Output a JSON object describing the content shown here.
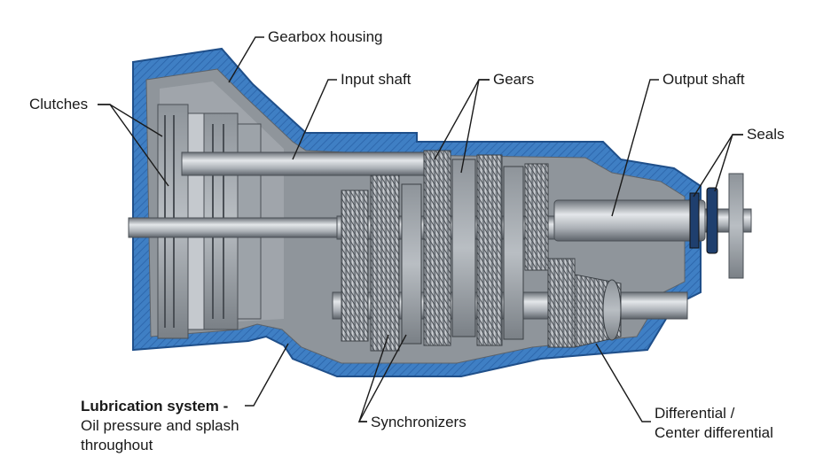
{
  "labels": {
    "gearbox_housing": "Gearbox housing",
    "input_shaft": "Input shaft",
    "gears": "Gears",
    "output_shaft": "Output shaft",
    "clutches": "Clutches",
    "seals": "Seals",
    "lubrication_title": "Lubrication system -",
    "lubrication_line2": "Oil pressure and splash",
    "lubrication_line3": "throughout",
    "synchronizers": "Synchronizers",
    "differential_line1": "Differential /",
    "differential_line2": "Center differential"
  },
  "colors": {
    "housing_blue": "#3f7fc4",
    "housing_dark": "#1f4f8a",
    "metal_light": "#c9cdd2",
    "metal_mid": "#9aa0a7",
    "metal_dark": "#5d636a",
    "leader": "#1a1a1a"
  }
}
